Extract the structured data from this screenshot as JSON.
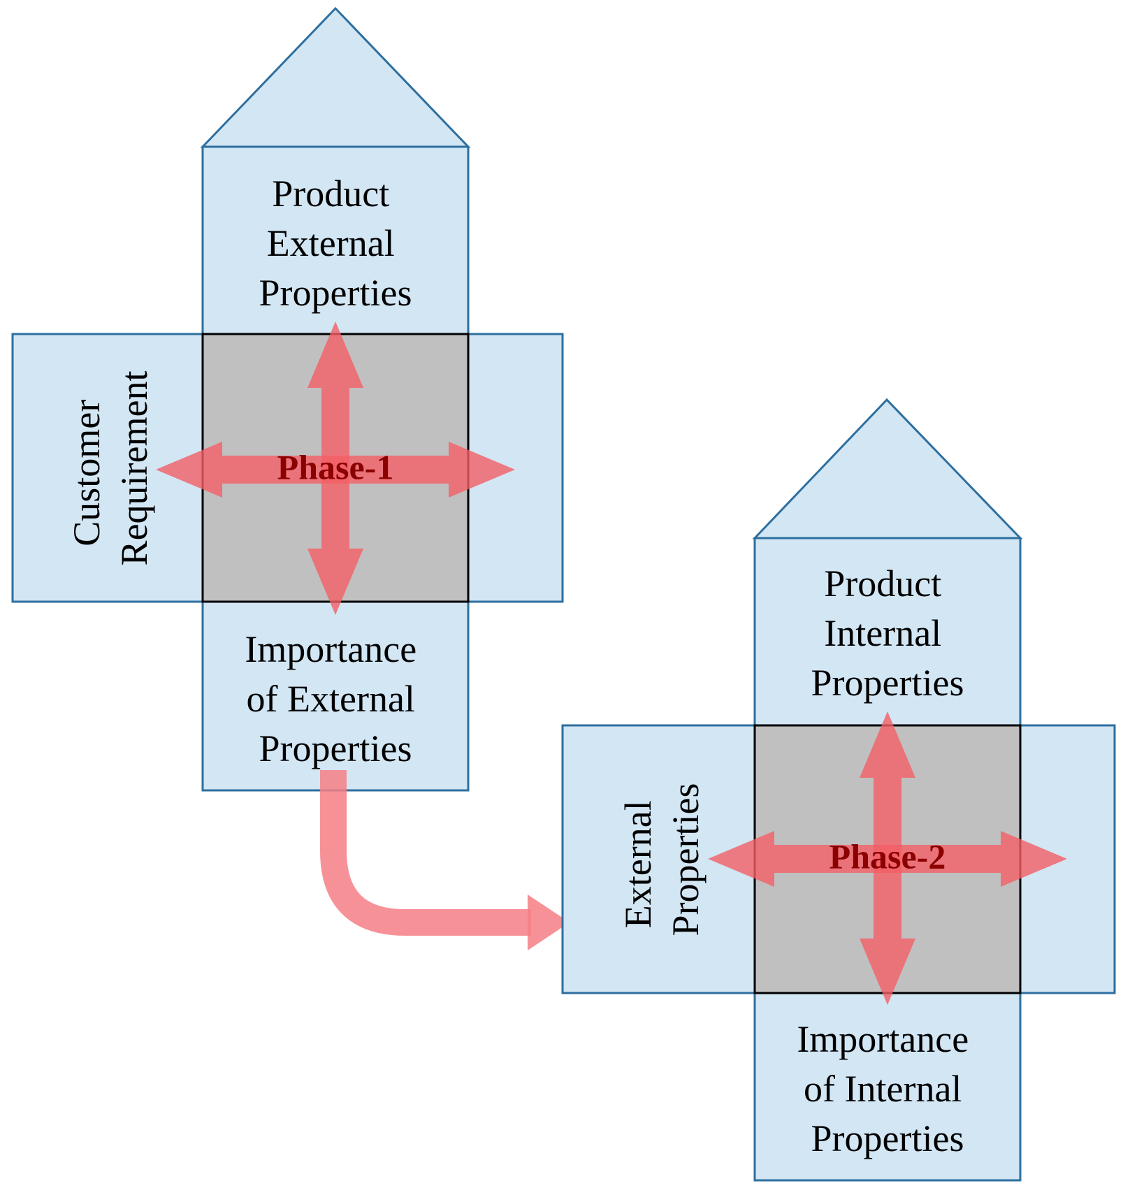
{
  "phase1": {
    "phase_label": "Phase-1",
    "top_lines": [
      "Product",
      "External",
      "Properties"
    ],
    "left_lines": [
      "Customer",
      "Requirement"
    ],
    "bottom_lines": [
      "Importance",
      "of External",
      "Properties"
    ]
  },
  "phase2": {
    "phase_label": "Phase-2",
    "top_lines": [
      "Product",
      "Internal",
      "Properties"
    ],
    "left_lines": [
      "External",
      "Properties"
    ],
    "bottom_lines": [
      "Importance",
      "of Internal",
      "Properties"
    ]
  },
  "colors": {
    "panel_fill": "#d3e6f4",
    "panel_stroke": "#2e6f9f",
    "matrix_fill": "#c0c0c0",
    "arrow": "#f25f65",
    "phase_text": "#8b0000"
  }
}
